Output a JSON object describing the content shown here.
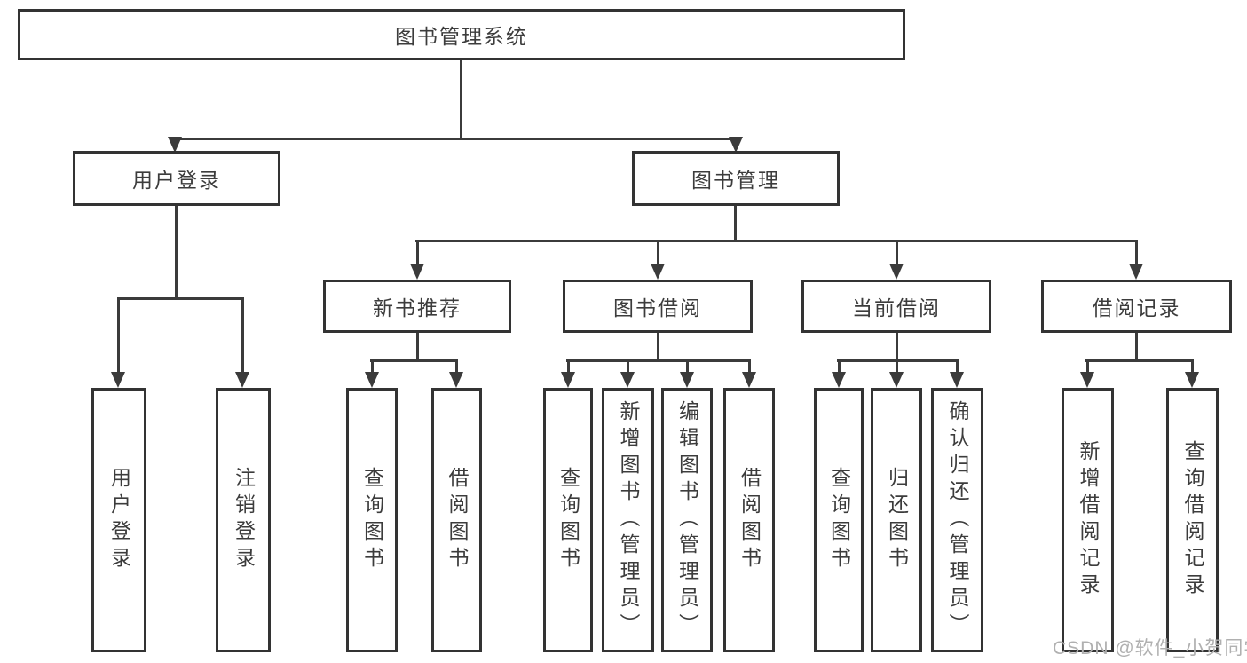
{
  "diagram": {
    "root": {
      "label": "图书管理系统"
    },
    "branches": [
      {
        "label": "用户登录",
        "leaves": [
          {
            "label": "用户登录"
          },
          {
            "label": "注销登录"
          }
        ]
      },
      {
        "label": "图书管理",
        "groups": [
          {
            "label": "新书推荐",
            "leaves": [
              {
                "label": "查询图书"
              },
              {
                "label": "借阅图书"
              }
            ]
          },
          {
            "label": "图书借阅",
            "leaves": [
              {
                "label": "查询图书"
              },
              {
                "label": "新增图书（管理员）"
              },
              {
                "label": "编辑图书（管理员）"
              },
              {
                "label": "借阅图书"
              }
            ]
          },
          {
            "label": "当前借阅",
            "leaves": [
              {
                "label": "查询图书"
              },
              {
                "label": "归还图书"
              },
              {
                "label": "确认归还（管理员）"
              }
            ]
          },
          {
            "label": "借阅记录",
            "leaves": [
              {
                "label": "新增借阅记录"
              },
              {
                "label": "查询借阅记录"
              }
            ]
          }
        ]
      }
    ]
  },
  "watermark": {
    "label": "CSDN @软件_小贺同学"
  },
  "colors": {
    "line": "#3b3b3b",
    "border": "#333333",
    "text": "#3c3c3c",
    "watermark": "#b0b0b0",
    "background": "#ffffff"
  }
}
